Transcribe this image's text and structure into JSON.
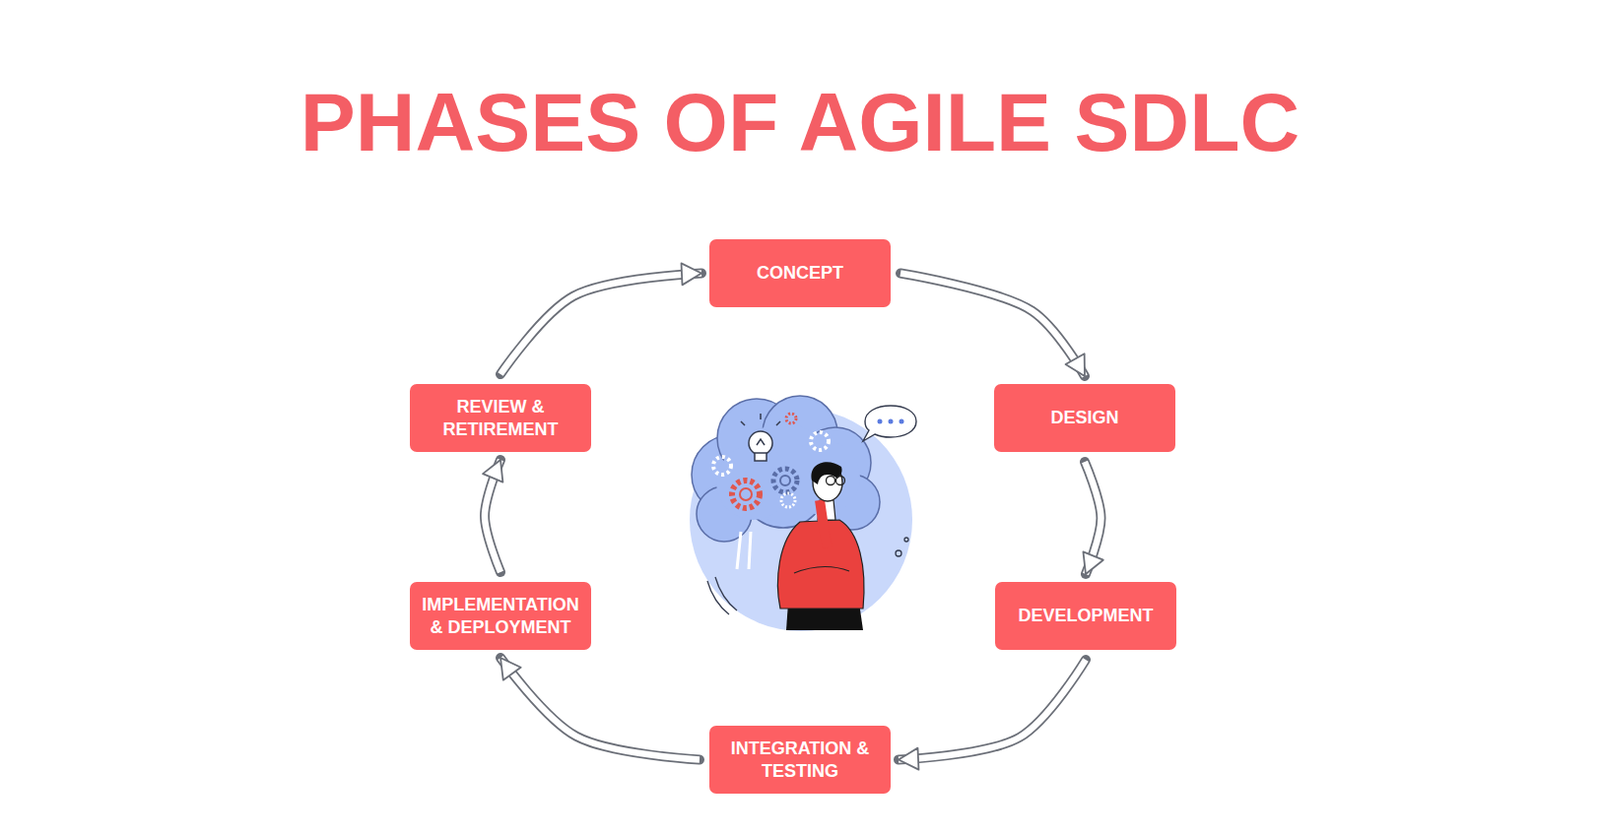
{
  "diagram": {
    "title": "PHASES OF AGILE SDLC",
    "nodes": [
      {
        "text": [
          "CONCEPT"
        ]
      },
      {
        "text": [
          "DESIGN"
        ]
      },
      {
        "text": [
          "DEVELOPMENT"
        ]
      },
      {
        "text": [
          "INTEGRATION & TESTING"
        ]
      },
      {
        "text": [
          "IMPLEMENTATION & DEPLOYMENT"
        ]
      },
      {
        "text": [
          "REVIEW & RETIREMENT"
        ]
      }
    ],
    "edges": [
      {
        "from": 0,
        "to": 1,
        "arrow": "to"
      },
      {
        "from": 1,
        "to": 2,
        "arrow": "to"
      },
      {
        "from": 2,
        "to": 3,
        "arrow": "to"
      },
      {
        "from": 3,
        "to": 4,
        "arrow": "to"
      },
      {
        "from": 4,
        "to": 5,
        "arrow": "to"
      },
      {
        "from": 5,
        "to": 0,
        "arrow": "to"
      }
    ]
  }
}
